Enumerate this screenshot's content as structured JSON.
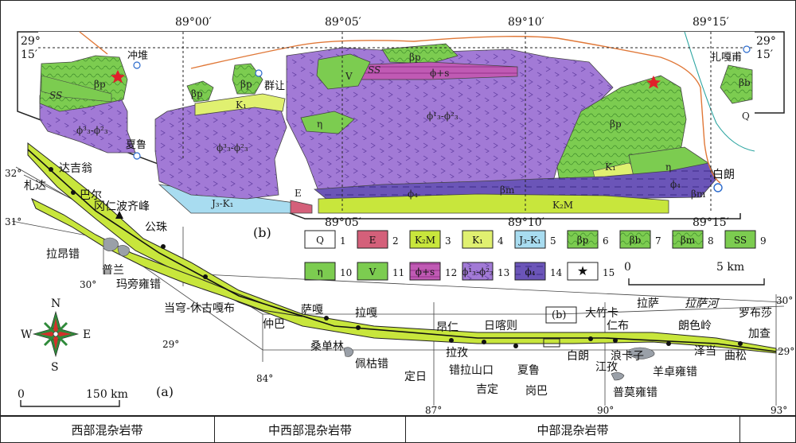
{
  "panel_b": {
    "label": "(b)",
    "top_ticks": [
      "89°00′",
      "89°05′",
      "89°10′",
      "89°15′"
    ],
    "inner_ticks": [
      "89°05′",
      "89°10′",
      "89°15′"
    ],
    "left_lat": [
      "29°",
      "15′"
    ],
    "right_lat": [
      "29°",
      "15′"
    ],
    "places": [
      "冲堆",
      "群让",
      "夏鲁",
      "扎嘎甫",
      "白朗"
    ],
    "unit_labels": {
      "ss1": "SS",
      "ss2": "SS",
      "bp_left": "βp",
      "bp_c1": "βp",
      "bp_c2": "βp",
      "bp_top": "βp",
      "bp_right": "βp",
      "bp_far": "βb",
      "phi_left": "ϕ³₃-ϕ²₃",
      "phi_mid": "ϕ³₃-ϕ²₃",
      "phi_center": "ϕ¹₃-ϕ²₃",
      "phi_s": "ϕ+s",
      "v": "V",
      "eta1": "η",
      "eta2": "η",
      "k1a": "K₁",
      "k1b": "K₁",
      "jk": "J₃-K₁",
      "e": "E",
      "k2m": "K₂M",
      "q": "Q",
      "bm": "βm",
      "phi4": "ϕ₄",
      "phi4b": "ϕ₄",
      "bm2": "βm"
    },
    "scale": {
      "zero": "0",
      "five": "5 km"
    }
  },
  "legend": [
    {
      "num": "1",
      "code": "Q",
      "color": "#ffffff"
    },
    {
      "num": "2",
      "code": "E",
      "color": "#d4607a"
    },
    {
      "num": "3",
      "code": "K₂M",
      "color": "#c8e63c"
    },
    {
      "num": "4",
      "code": "K₁",
      "color": "#e0f070"
    },
    {
      "num": "5",
      "code": "J₃-K₁",
      "color": "#a8dcf0"
    },
    {
      "num": "6",
      "code": "βp",
      "color": "#7ccc50"
    },
    {
      "num": "7",
      "code": "βb",
      "color": "#7ccc50"
    },
    {
      "num": "8",
      "code": "βm",
      "color": "#7ccc50"
    },
    {
      "num": "9",
      "code": "SS",
      "color": "#7ccc50"
    },
    {
      "num": "10",
      "code": "η",
      "color": "#7ccc50"
    },
    {
      "num": "11",
      "code": "V",
      "color": "#7ccc50"
    },
    {
      "num": "12",
      "code": "ϕ+s",
      "color": "#c05ab4"
    },
    {
      "num": "13",
      "code": "ϕ¹₃-ϕ²₃",
      "color": "#a27ad6"
    },
    {
      "num": "14",
      "code": "ϕ₄",
      "color": "#6b55b8"
    },
    {
      "num": "15",
      "code": "★",
      "color": "#ffffff"
    }
  ],
  "panel_a": {
    "label": "(a)",
    "places": [
      "达吉翁",
      "札达",
      "巴尔",
      "冈仁波齐峰",
      "公珠",
      "拉昂错",
      "普兰",
      "玛旁雍错",
      "当穹-休古嘎布",
      "仲巴",
      "萨嘎",
      "拉嘎",
      "桑单林",
      "佩枯错",
      "昂仁",
      "日喀则",
      "大竹卡",
      "拉萨",
      "拉萨河",
      "罗布莎",
      "加查",
      "仁布",
      "朗色岭",
      "泽当",
      "曲松",
      "拉孜",
      "错拉山口",
      "夏鲁",
      "白朗",
      "江孜",
      "浪卡子",
      "羊卓雍错",
      "普莫雍错",
      "定日",
      "吉定",
      "岗巴"
    ],
    "boxb": "(b)",
    "lat": [
      "32°",
      "31°",
      "30°",
      "29°",
      "29°",
      "30°"
    ],
    "lon": [
      "84°",
      "87°",
      "90°",
      "93°"
    ],
    "compass": {
      "n": "N",
      "s": "S",
      "e": "E",
      "w": "W"
    },
    "scale": {
      "zero": "0",
      "value": "150 km"
    }
  },
  "belts": [
    "西部混杂岩带",
    "中西部混杂岩带",
    "中部混杂岩带"
  ],
  "colors": {
    "purple": "#a27ad6",
    "green": "#7ccc50",
    "lime": "#c8e63c",
    "yellow": "#e0f070",
    "blue": "#a8dcf0",
    "magenta": "#d4607a",
    "dark_purple": "#6b55b8",
    "red": "#e0202a",
    "orange": "#e07838",
    "teal": "#2aa4a0"
  }
}
